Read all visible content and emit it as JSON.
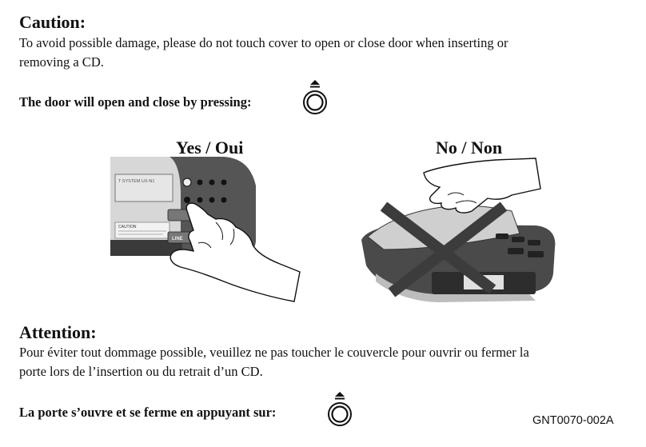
{
  "caution": {
    "heading": "Caution:",
    "body_line1": "To avoid possible damage, please do not touch cover to open or close door when inserting or",
    "body_line2": "removing a CD.",
    "instruction": "The door will open and close by pressing:"
  },
  "figures": {
    "yes_label": "Yes / Oui",
    "no_label": "No / Non",
    "device_text": {
      "system": "T SYSTEM UX-N1",
      "caution": "CAUTION",
      "line": "LINE"
    }
  },
  "attention": {
    "heading": "Attention:",
    "body_line1": "Pour éviter tout dommage possible, veuillez ne pas toucher le couvercle pour ouvrir ou fermer la",
    "body_line2": "porte lors de l’insertion ou du retrait d’un CD.",
    "instruction": "La porte s’ouvre et se ferme en appuyant sur:"
  },
  "doc_code": "GNT0070-002A",
  "icons": {
    "eject_button": "eject-button-icon"
  }
}
